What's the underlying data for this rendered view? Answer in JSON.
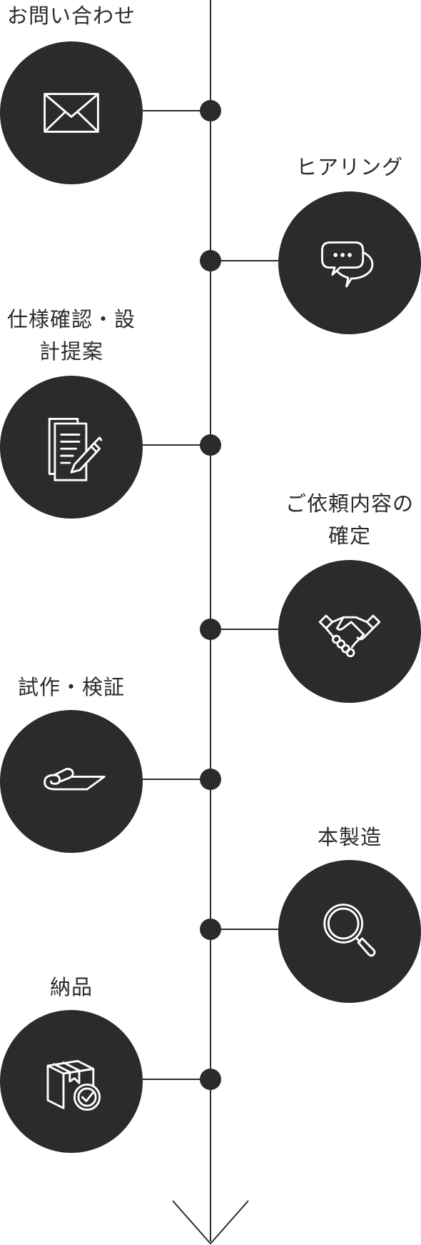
{
  "steps": [
    {
      "label": "お問い合わせ",
      "icon": "envelope-icon"
    },
    {
      "label": "ヒアリング",
      "icon": "chat-bubbles-icon"
    },
    {
      "label": "仕様確認・設計提案",
      "icon": "documents-pen-icon"
    },
    {
      "label": "ご依頼内容の確定",
      "icon": "handshake-icon"
    },
    {
      "label": "試作・検証",
      "icon": "sheet-roll-icon"
    },
    {
      "label": "本製造",
      "icon": "magnifier-icon"
    },
    {
      "label": "納品",
      "icon": "box-check-icon"
    }
  ],
  "colors": {
    "circle": "#2b2b2b",
    "line": "#2b2b2b",
    "icon": "#ffffff"
  }
}
